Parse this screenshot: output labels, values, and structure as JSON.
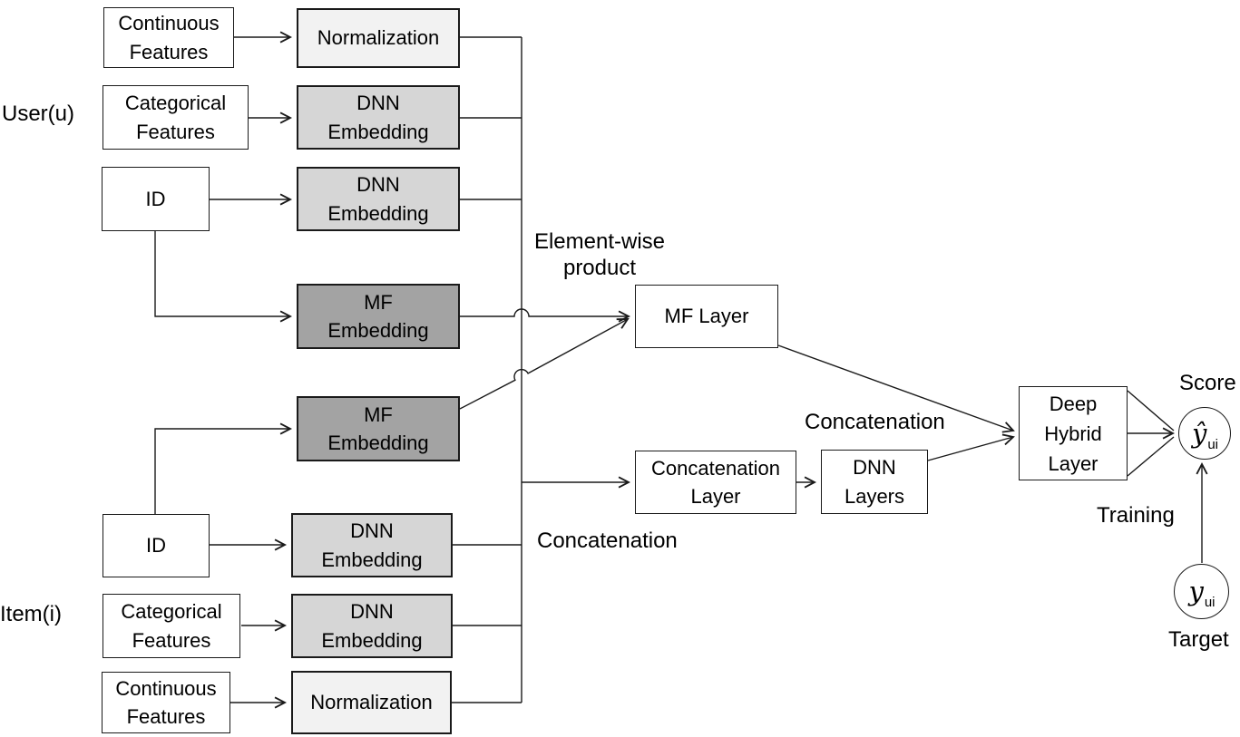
{
  "colors": {
    "background": "#ffffff",
    "line": "#1a1a1a",
    "box_white": "#ffffff",
    "box_light_gray": "#f2f2f2",
    "box_mid_gray": "#d6d6d6",
    "box_dark_gray": "#a3a3a3",
    "text": "#000000"
  },
  "labels": {
    "user_group": "User(u)",
    "item_group": "Item(i)",
    "element_wise_product_line1": "Element-wise",
    "element_wise_product_line2": "product",
    "concatenation_mid": "Concatenation",
    "concatenation_right": "Concatenation",
    "score": "Score",
    "training": "Training",
    "target": "Target"
  },
  "boxes": {
    "user_continuous": {
      "line1": "Continuous",
      "line2": "Features"
    },
    "user_normalization": {
      "line1": "Normalization"
    },
    "user_categorical": {
      "line1": "Categorical",
      "line2": "Features"
    },
    "user_dnn_embedding_cat": {
      "line1": "DNN",
      "line2": "Embedding"
    },
    "user_id": {
      "line1": "ID"
    },
    "user_dnn_embedding_id": {
      "line1": "DNN",
      "line2": "Embedding"
    },
    "user_mf_embedding": {
      "line1": "MF",
      "line2": "Embedding"
    },
    "item_mf_embedding": {
      "line1": "MF",
      "line2": "Embedding"
    },
    "item_id": {
      "line1": "ID"
    },
    "item_dnn_embedding_id": {
      "line1": "DNN",
      "line2": "Embedding"
    },
    "item_categorical": {
      "line1": "Categorical",
      "line2": "Features"
    },
    "item_dnn_embedding_cat": {
      "line1": "DNN",
      "line2": "Embedding"
    },
    "item_continuous": {
      "line1": "Continuous",
      "line2": "Features"
    },
    "item_normalization": {
      "line1": "Normalization"
    },
    "mf_layer": {
      "line1": "MF Layer"
    },
    "concatenation_layer": {
      "line1": "Concatenation",
      "line2": "Layer"
    },
    "dnn_layers": {
      "line1": "DNN",
      "line2": "Layers"
    },
    "deep_hybrid_layer": {
      "line1": "Deep",
      "line2": "Hybrid",
      "line3": "Layer"
    }
  },
  "circles": {
    "score": {
      "symbol": "ŷ",
      "subscript": "ui"
    },
    "target": {
      "symbol": "y",
      "subscript": "ui"
    }
  }
}
